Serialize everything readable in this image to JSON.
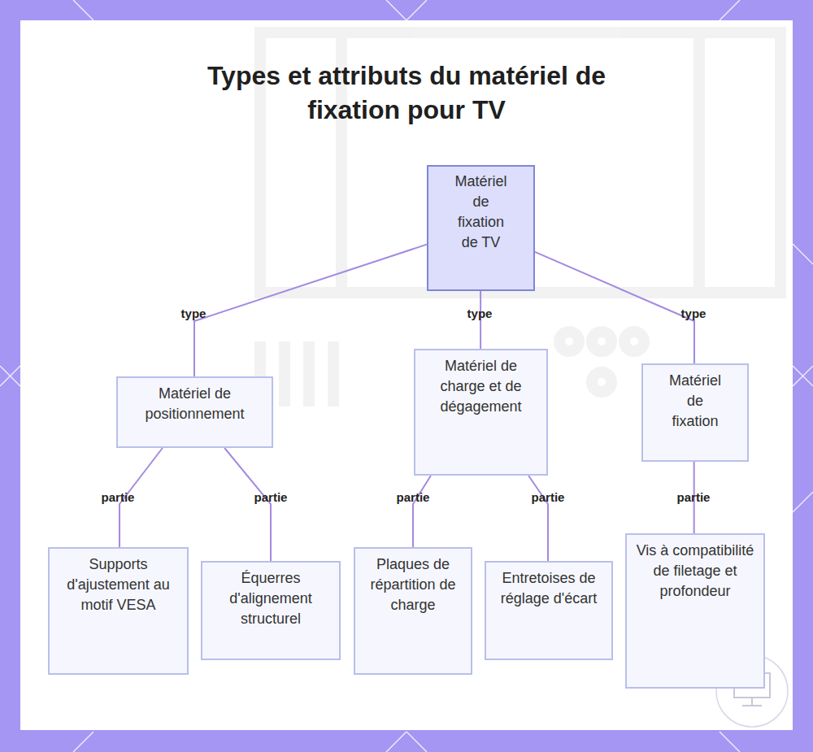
{
  "diagram": {
    "title": "Types et attributs du matériel de fixation pour TV",
    "nodes": [
      {
        "text": [
          "Matériel de fixation de TV"
        ]
      },
      {
        "text": [
          "Matériel de positionnement"
        ]
      },
      {
        "text": [
          "Matériel de charge et de dégagement"
        ]
      },
      {
        "text": [
          "Matériel de fixation"
        ]
      },
      {
        "text": [
          "Supports d'ajustement au motif VESA"
        ]
      },
      {
        "text": [
          "Équerres d'alignement structurel"
        ]
      },
      {
        "text": [
          "Plaques de répartition de charge"
        ]
      },
      {
        "text": [
          "Entretoises de réglage d'écart"
        ]
      },
      {
        "text": [
          "Vis à compatibilité de filetage et profondeur"
        ]
      }
    ],
    "edges": [
      {
        "from": 0,
        "to": 1,
        "label": "type",
        "arrow": "none"
      },
      {
        "from": 0,
        "to": 2,
        "label": "type",
        "arrow": "none"
      },
      {
        "from": 0,
        "to": 3,
        "label": "type",
        "arrow": "none"
      },
      {
        "from": 1,
        "to": 4,
        "label": "partie",
        "arrow": "none"
      },
      {
        "from": 1,
        "to": 5,
        "label": "partie",
        "arrow": "none"
      },
      {
        "from": 2,
        "to": 6,
        "label": "partie",
        "arrow": "none"
      },
      {
        "from": 2,
        "to": 7,
        "label": "partie",
        "arrow": "none"
      },
      {
        "from": 3,
        "to": 8,
        "label": "partie",
        "arrow": "none"
      }
    ]
  }
}
